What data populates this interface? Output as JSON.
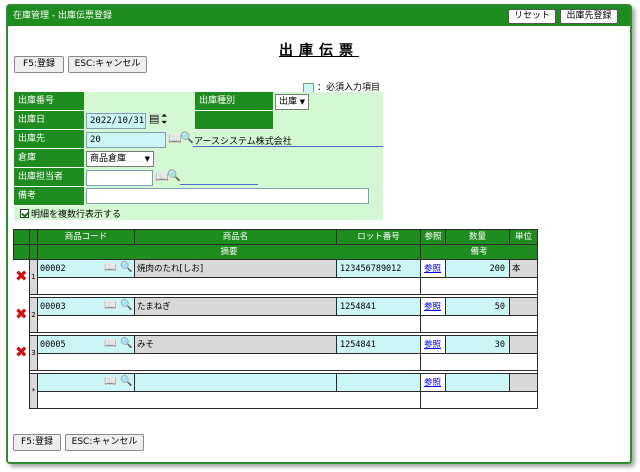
{
  "window": {
    "title": "在庫管理 - 出庫伝票登録",
    "reset_label": "リセット",
    "destination_label": "出庫先登録"
  },
  "heading": "出庫伝票",
  "toolbar": {
    "f5_label": "F5:登録",
    "esc_label": "ESC:キャンセル"
  },
  "legend": {
    "required_note": "：必須入力項目",
    "required_color": "#ccf5f5"
  },
  "form": {
    "number_label": "出庫番号",
    "number_value": "",
    "type_label": "出庫種別",
    "type_value": "出庫",
    "date_label": "出庫日",
    "date_value": "2022/10/31",
    "dest_label": "出庫先",
    "dest_code": "20",
    "dest_name": "アースシステム株式会社",
    "warehouse_label": "倉庫",
    "warehouse_value": "商品倉庫",
    "person_label": "出庫担当者",
    "person_value": "",
    "note_label": "備考",
    "note_value": "",
    "multiline_label": "明細を複数行表示する",
    "multiline_checked": true
  },
  "grid": {
    "headers": {
      "code": "商品コード",
      "name": "商品名",
      "lot": "ロット番号",
      "ref": "参照",
      "qty": "数量",
      "unit": "単位",
      "summary": "摘要",
      "remarks": "備考"
    },
    "rows": [
      {
        "num": "1",
        "code": "00002",
        "name": "焼肉のたれ[しお]",
        "lot": "123456789012",
        "ref": "参照",
        "qty": "200",
        "unit": "本",
        "deletable": true
      },
      {
        "num": "2",
        "code": "00003",
        "name": "たまねぎ",
        "lot": "1254841",
        "ref": "参照",
        "qty": "50",
        "unit": "",
        "deletable": true
      },
      {
        "num": "3",
        "code": "00005",
        "name": "みそ",
        "lot": "1254841",
        "ref": "参照",
        "qty": "30",
        "unit": "",
        "deletable": true
      },
      {
        "num": "*",
        "code": "",
        "name": "",
        "lot": "",
        "ref": "参照",
        "qty": "",
        "unit": "",
        "deletable": false
      }
    ]
  },
  "colors": {
    "brand": "#1f8c1f",
    "label_bg": "#d4f8d4",
    "required": "#ccf5f5",
    "delete": "#d01010"
  }
}
